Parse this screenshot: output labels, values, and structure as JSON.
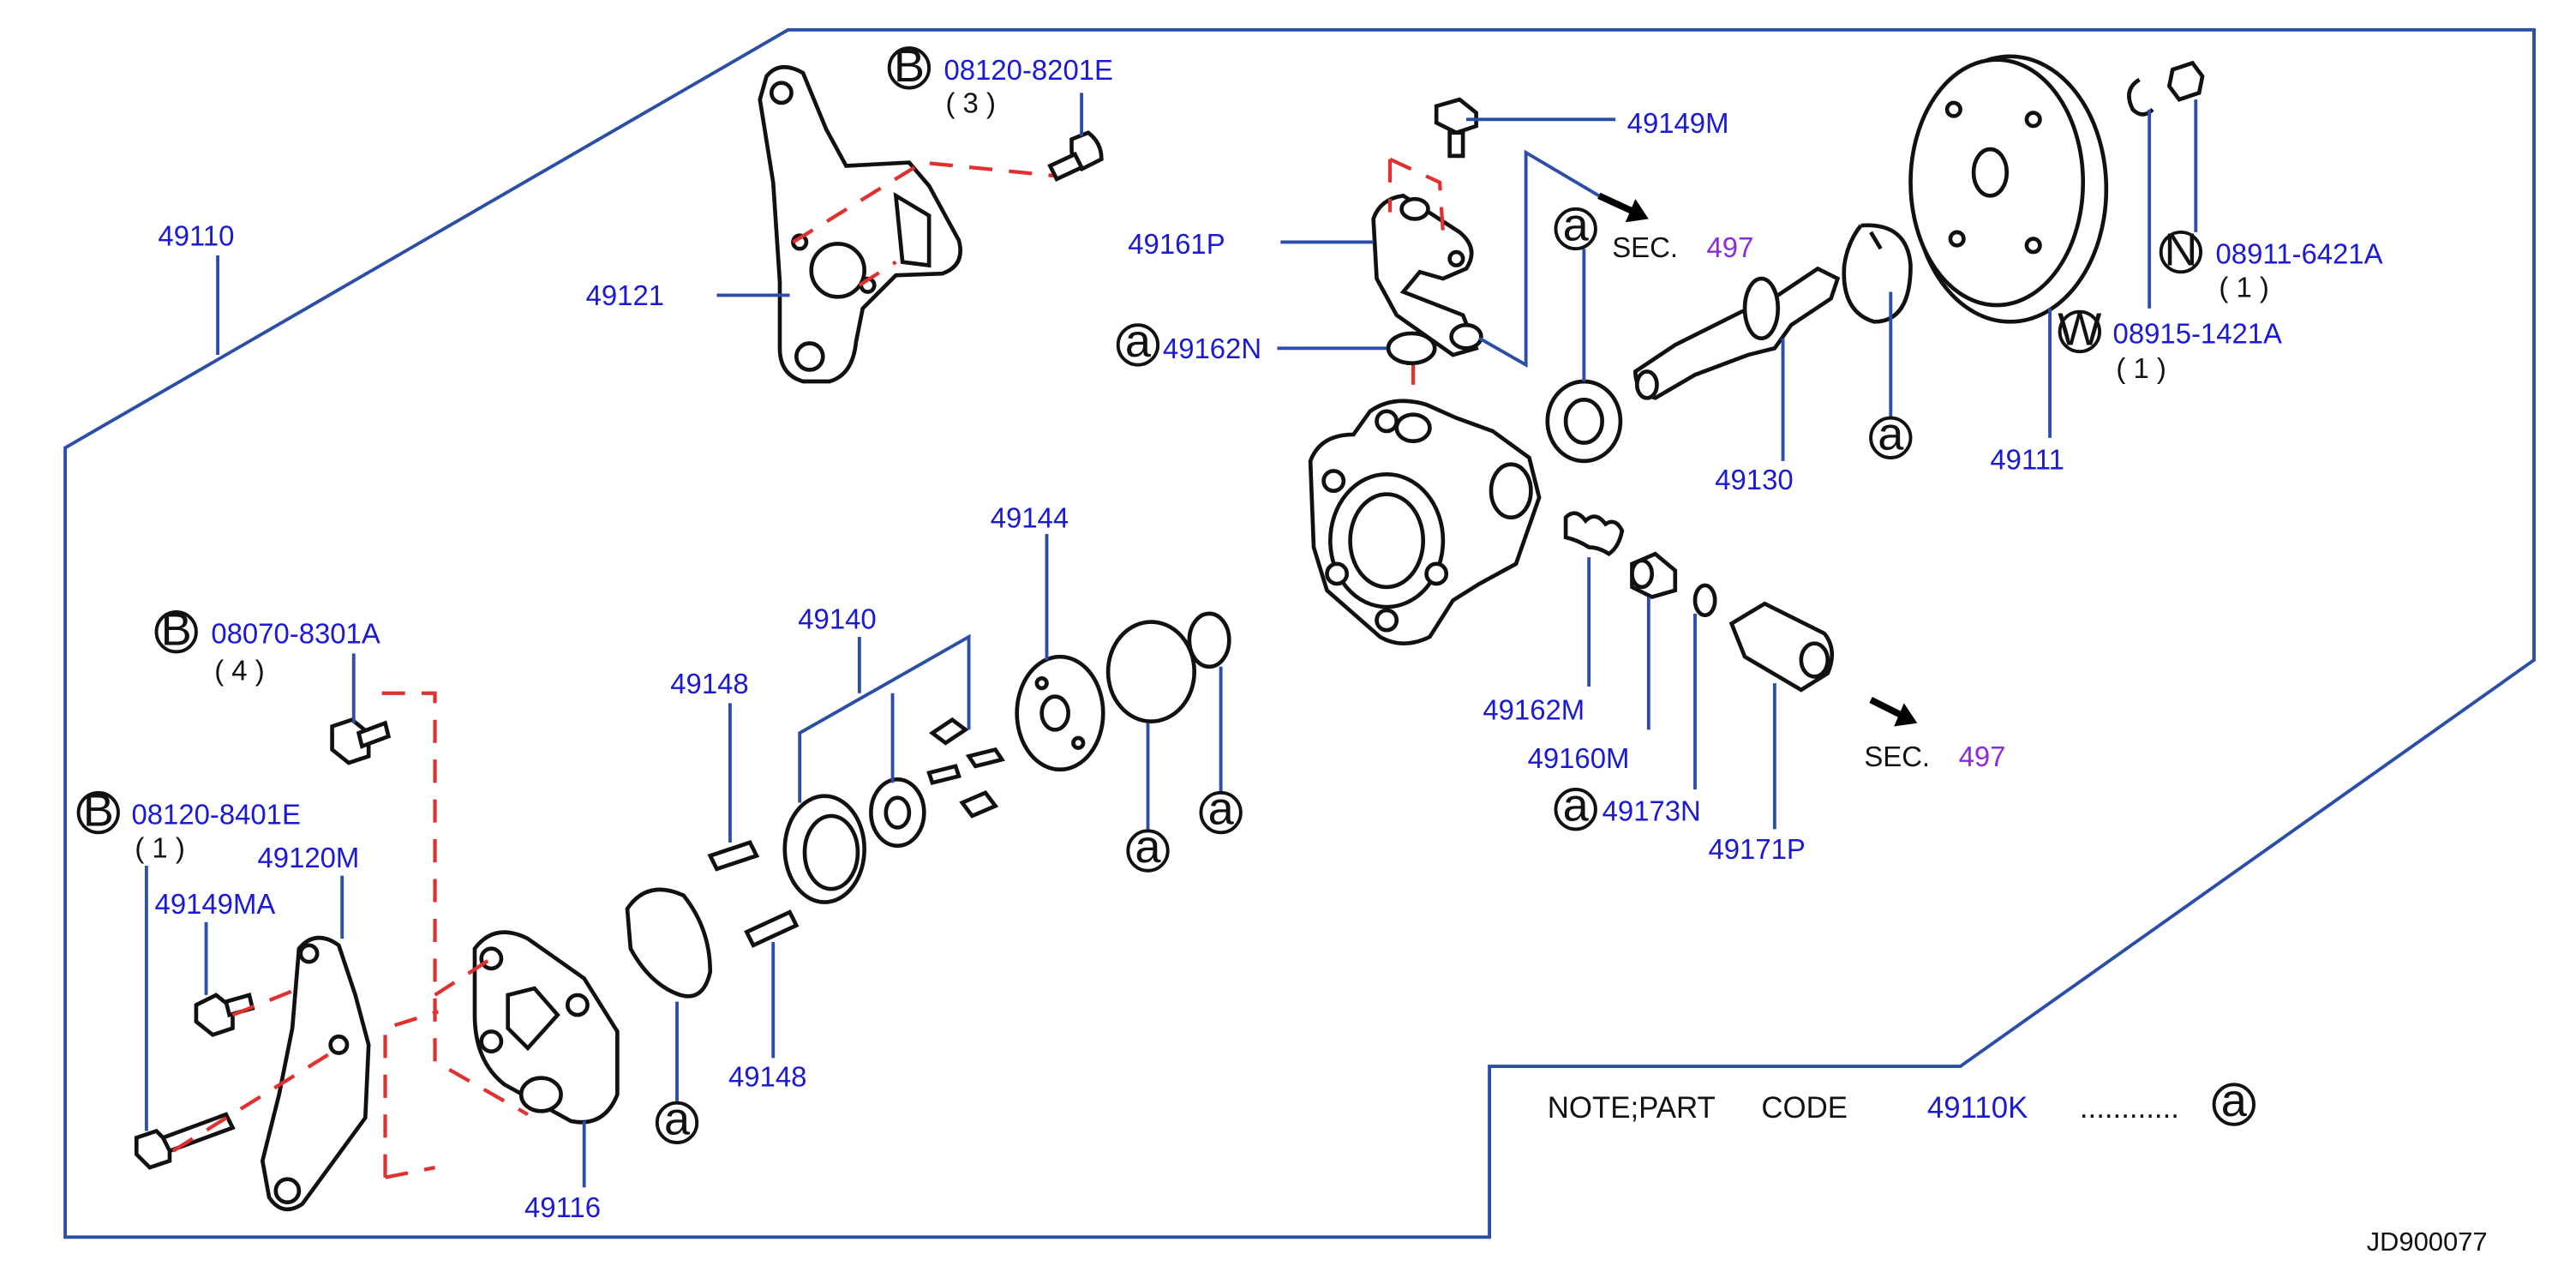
{
  "diagram": {
    "note": {
      "prefix": "NOTE;PART",
      "code_word": "CODE",
      "code": "49110K",
      "dots": "............",
      "marker": "a"
    },
    "figure_id": "JD900077",
    "markers": {
      "a": "a",
      "b": "B",
      "n": "N",
      "w": "W"
    },
    "labels": {
      "p49110": "49110",
      "p49121": "49121",
      "bolt_top": "08120-8201E",
      "bolt_top_qty": "( 3 )",
      "p49149M": "49149M",
      "p49161P": "49161P",
      "p49162N": "49162N",
      "sec_top": "SEC.",
      "sec_top_num": "497",
      "p49130": "49130",
      "p49111": "49111",
      "nut": "08911-6421A",
      "nut_qty": "( 1 )",
      "washer": "08915-1421A",
      "washer_qty": "( 1 )",
      "p49144": "49144",
      "p49140": "49140",
      "p49148a": "49148",
      "p49148b": "49148",
      "bolt_mid": "08070-8301A",
      "bolt_mid_qty": "( 4 )",
      "bolt_low": "08120-8401E",
      "bolt_low_qty": "( 1 )",
      "p49120M": "49120M",
      "p49149MA": "49149MA",
      "p49116": "49116",
      "p49162M": "49162M",
      "p49160M": "49160M",
      "p49173N": "49173N",
      "p49171P": "49171P",
      "sec_bot": "SEC.",
      "sec_bot_num": "497"
    },
    "colors": {
      "label": "#1a1ad6",
      "leader": "#2b4fa8",
      "dashed_link": "#e03030",
      "section_number": "#8a2be2"
    }
  }
}
